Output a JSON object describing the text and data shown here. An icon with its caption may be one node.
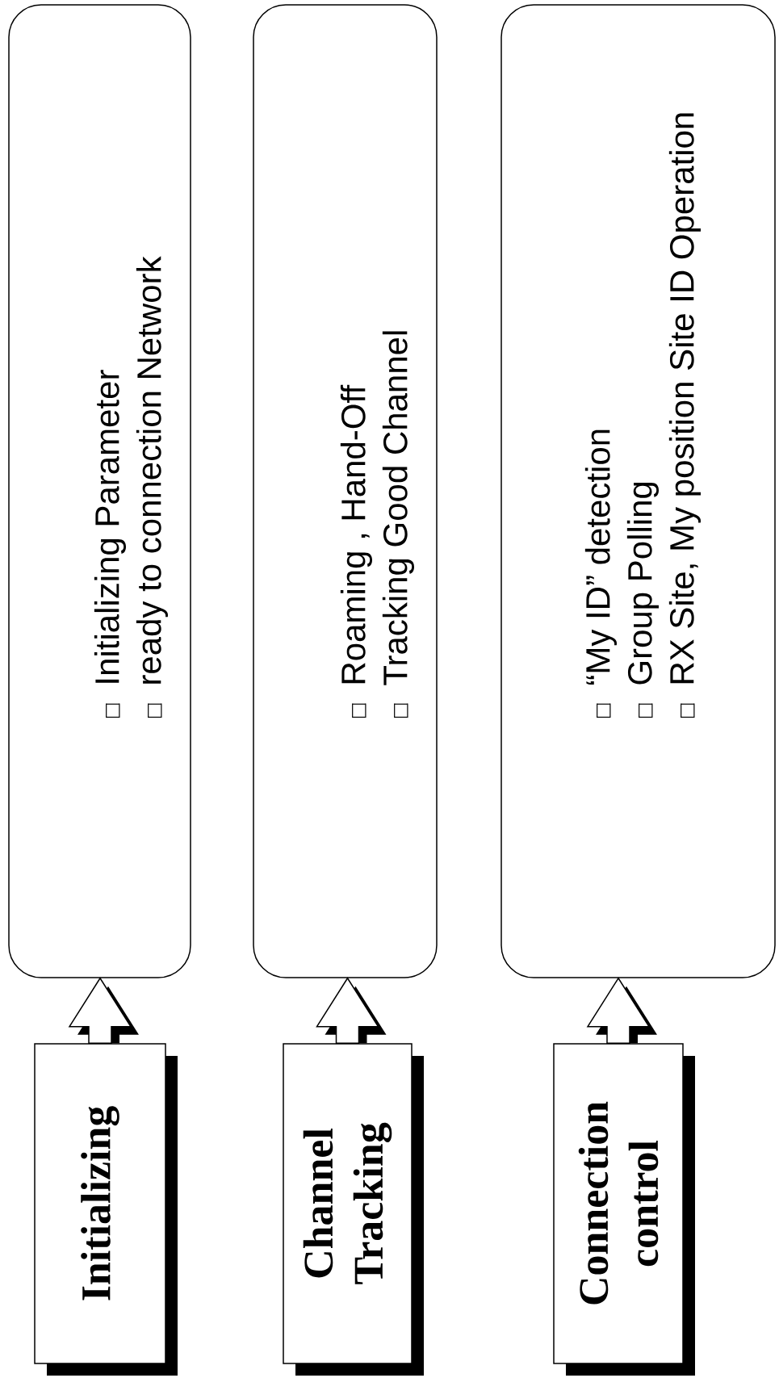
{
  "diagram": {
    "nodes": [
      {
        "text": [
          "Initializing"
        ]
      },
      {
        "text": [
          "Initializing Parameter",
          "ready to connection Network"
        ]
      },
      {
        "text": [
          "Channel Tracking"
        ]
      },
      {
        "text": [
          "Roaming , Hand-Off",
          "Tracking Good Channel"
        ]
      },
      {
        "text": [
          "Connection control"
        ]
      },
      {
        "text": [
          "“My ID” detection",
          "Group Polling",
          "RX Site, My position Site ID Operation"
        ]
      }
    ],
    "edges": [
      {
        "from": 0,
        "to": 1,
        "arrow": "to"
      },
      {
        "from": 2,
        "to": 3,
        "arrow": "to"
      },
      {
        "from": 4,
        "to": 5,
        "arrow": "to"
      }
    ]
  }
}
